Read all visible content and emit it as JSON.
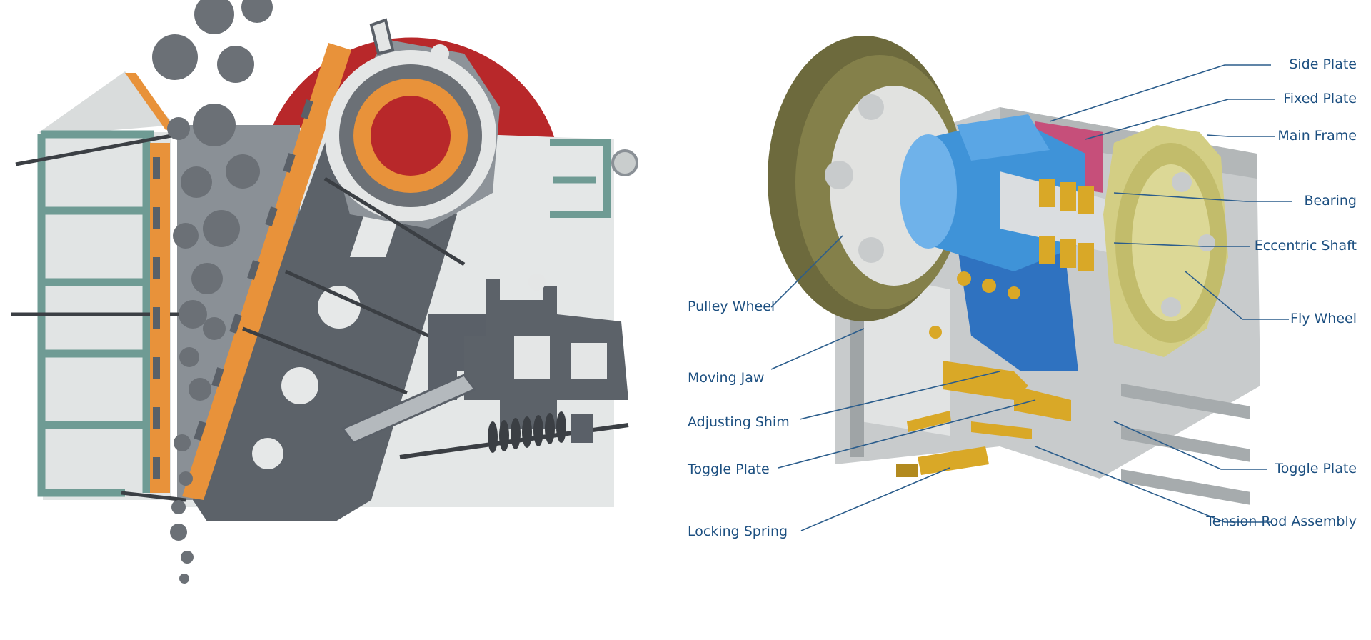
{
  "colors": {
    "label": "#1c4f80",
    "leader": "#2b5d8c",
    "frame_teal": "#6f9b94",
    "liner_orange": "#e8923a",
    "jaw_gray": "#5a6068",
    "flywheel_red": "#b8282a",
    "body_light": "#e3e6e6",
    "rock_gray": "#6b7076",
    "shaft_blue": "#3f93d8",
    "flywheel_olive": "#7e7a45",
    "bearing_gold": "#d9a827",
    "toggle_pink": "#c64f7a"
  },
  "labels": {
    "side_plate": "Side Plate",
    "fixed_plate": "Fixed Plate",
    "main_frame": "Main Frame",
    "bearing": "Bearing",
    "eccentric_shaft": "Eccentric Shaft",
    "fly_wheel": "Fly Wheel",
    "toggle_plate_right": "Toggle Plate",
    "tension_rod_assembly": "Tension Rod Assembly",
    "pulley_wheel": "Pulley Wheel",
    "moving_jaw": "Moving Jaw",
    "adjusting_shim": "Adjusting Shim",
    "toggle_plate_left": "Toggle Plate",
    "locking_spring": "Locking Spring"
  },
  "icons": {
    "left_illustration": "jaw-crusher-cross-section",
    "right_illustration": "jaw-crusher-exploded-3d"
  }
}
